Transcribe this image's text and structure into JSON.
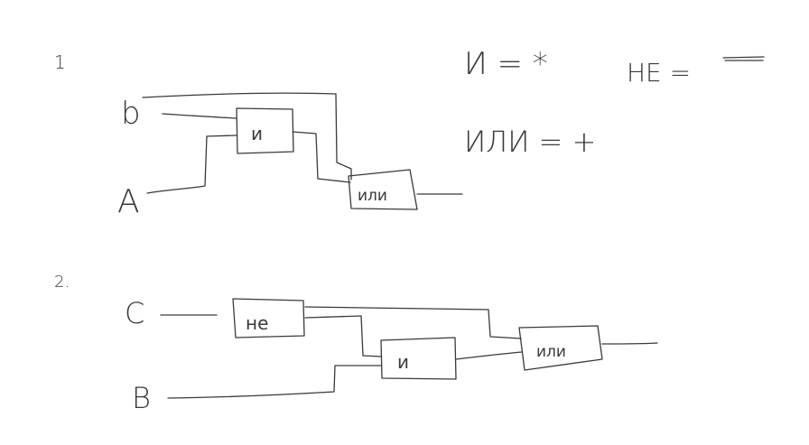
{
  "diagram1": {
    "number": "1",
    "input_top": "b",
    "input_bottom": "A",
    "and_gate": "и",
    "or_gate": "или"
  },
  "diagram2": {
    "number": "2.",
    "input_top": "C",
    "input_bottom": "B",
    "not_gate": "не",
    "and_gate": "и",
    "or_gate": "или"
  },
  "legend": {
    "and_text": "И = *",
    "not_text": "НЕ =",
    "or_text": "ИЛИ = +"
  },
  "colors": {
    "ink": "#3a3a3a",
    "background": "#ffffff"
  }
}
